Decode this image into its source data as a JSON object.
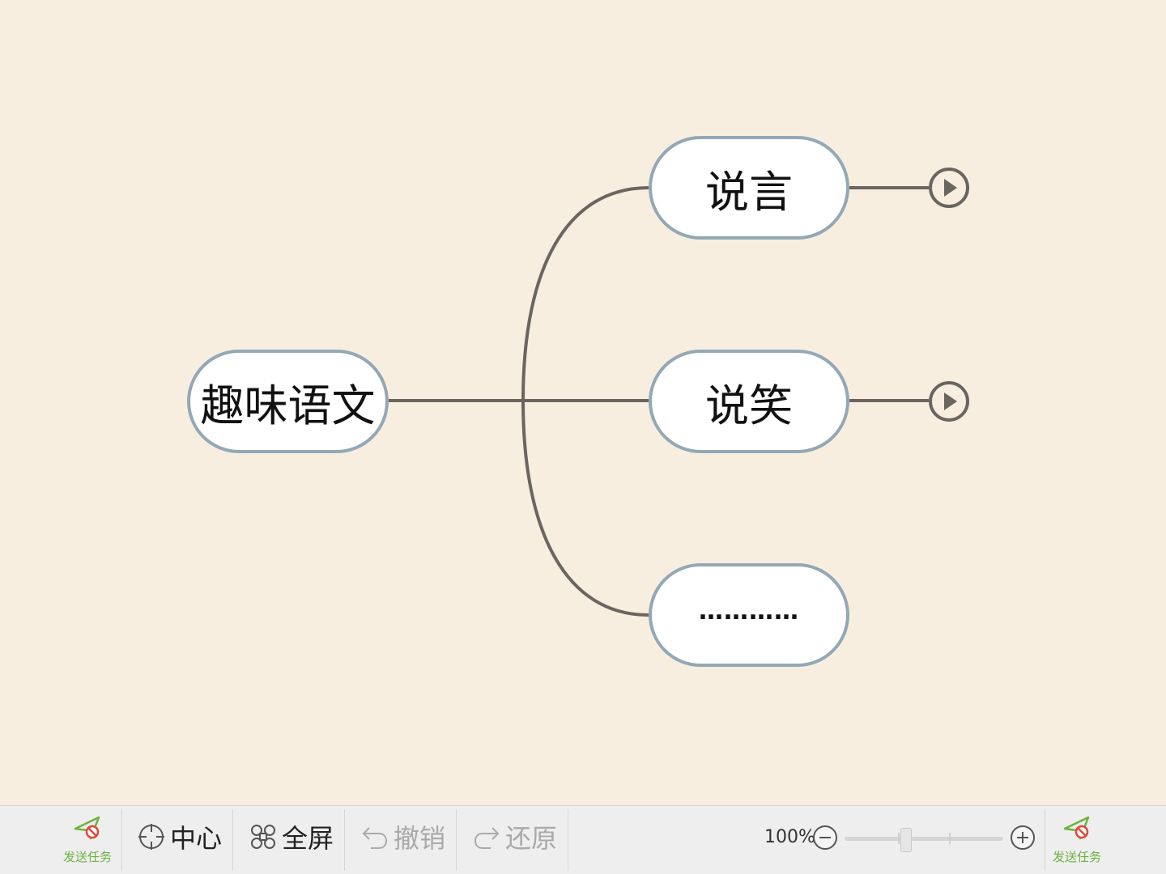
{
  "mindmap": {
    "root": "趣味语文",
    "branches": [
      {
        "label": "说言",
        "collapsed": true
      },
      {
        "label": "说笑",
        "collapsed": true
      },
      {
        "label": "…………",
        "collapsed": false
      }
    ]
  },
  "toolbar": {
    "send_task_left": "发送任务",
    "center": "中心",
    "fullscreen": "全屏",
    "undo": "撤销",
    "redo": "还原",
    "zoom_label": "100%",
    "zoom_level": 1.0,
    "send_task_right": "发送任务"
  },
  "colors": {
    "background": "#f7eee0",
    "node_border": "#93a8b6",
    "connector": "#6b6560",
    "send_task_green": "#6cb33f"
  }
}
